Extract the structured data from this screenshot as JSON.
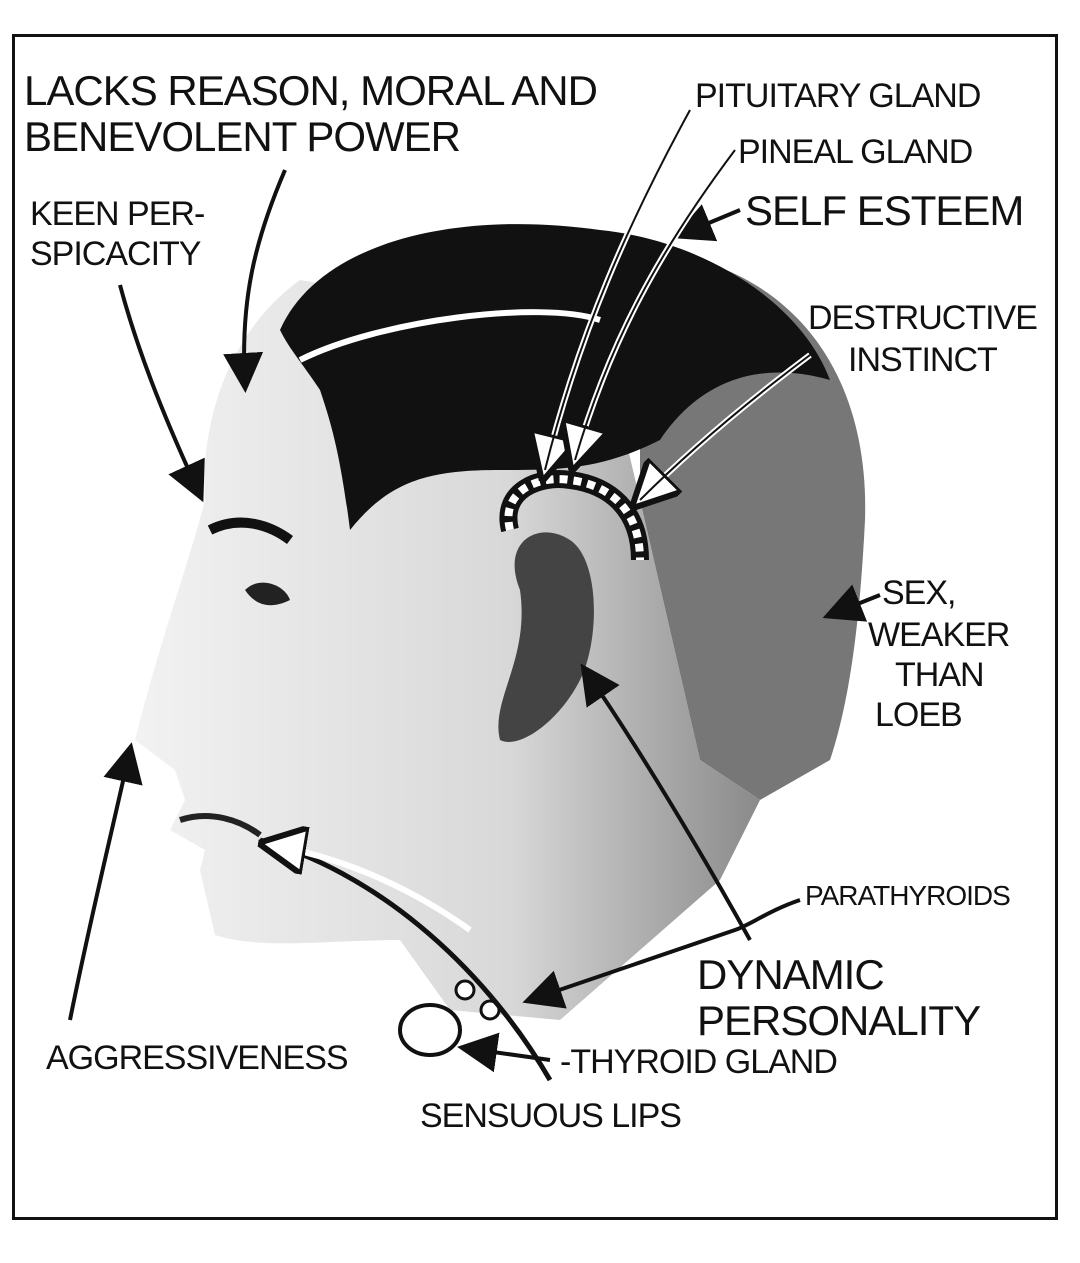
{
  "labels": {
    "lacks_reason_1": "LACKS REASON, MORAL AND",
    "lacks_reason_2": "BENEVOLENT POWER",
    "keen_1": "KEEN PER-",
    "keen_2": "SPICACITY",
    "pituitary": "PITUITARY GLAND",
    "pineal": "PINEAL GLAND",
    "self_esteem": "SELF ESTEEM",
    "destructive_1": "DESTRUCTIVE",
    "destructive_2": "INSTINCT",
    "sex_1": "SEX,",
    "sex_2": "WEAKER",
    "sex_3": "THAN",
    "sex_4": "LOEB",
    "parathyroids": "PARATHYROIDS",
    "dynamic_1": "DYNAMIC",
    "dynamic_2": "PERSONALITY",
    "aggressiveness": "AGGRESSIVENESS",
    "thyroid": "-THYROID GLAND",
    "sensuous": "SENSUOUS LIPS"
  }
}
